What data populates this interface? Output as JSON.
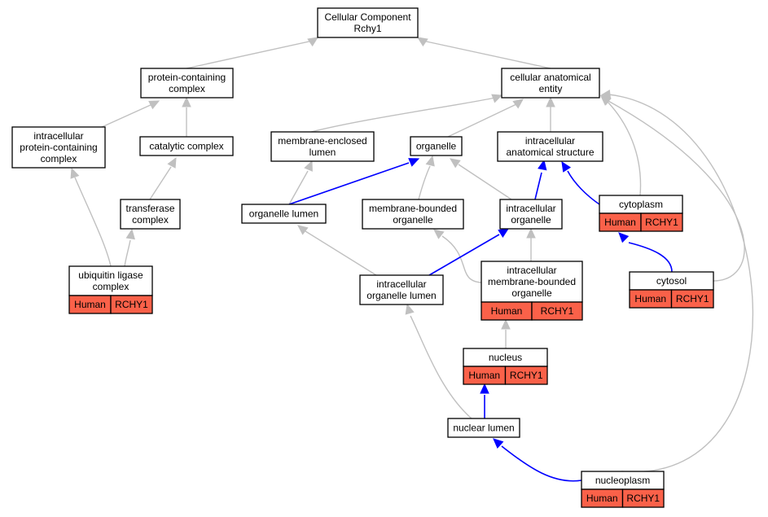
{
  "nodes": {
    "root": [
      "Cellular Component",
      "Rchy1"
    ],
    "protein_containing_complex": [
      "protein-containing",
      "complex"
    ],
    "cellular_anatomical_entity": [
      "cellular anatomical",
      "entity"
    ],
    "intracellular_protein_containing_complex": [
      "intracellular",
      "protein-containing",
      "complex"
    ],
    "catalytic_complex": [
      "catalytic complex"
    ],
    "membrane_enclosed_lumen": [
      "membrane-enclosed",
      "lumen"
    ],
    "organelle": [
      "organelle"
    ],
    "intracellular_anatomical_structure": [
      "intracellular",
      "anatomical structure"
    ],
    "transferase_complex": [
      "transferase",
      "complex"
    ],
    "organelle_lumen": [
      "organelle lumen"
    ],
    "membrane_bounded_organelle": [
      "membrane-bounded",
      "organelle"
    ],
    "intracellular_organelle": [
      "intracellular",
      "organelle"
    ],
    "cytoplasm": [
      "cytoplasm"
    ],
    "ubiquitin_ligase_complex": [
      "ubiquitin ligase",
      "complex"
    ],
    "intracellular_organelle_lumen": [
      "intracellular",
      "organelle lumen"
    ],
    "intracellular_membrane_bounded_organelle": [
      "intracellular",
      "membrane-bounded",
      "organelle"
    ],
    "cytosol": [
      "cytosol"
    ],
    "nucleus": [
      "nucleus"
    ],
    "nuclear_lumen": [
      "nuclear lumen"
    ],
    "nucleoplasm": [
      "nucleoplasm"
    ]
  },
  "annotation": {
    "species": "Human",
    "gene": "RCHY1"
  },
  "colors": {
    "annotation_fill": "#fa6149",
    "edge_is_a": "#c0c0c0",
    "edge_part_of": "#0000ff"
  },
  "edge_types": [
    "is_a",
    "part_of"
  ]
}
